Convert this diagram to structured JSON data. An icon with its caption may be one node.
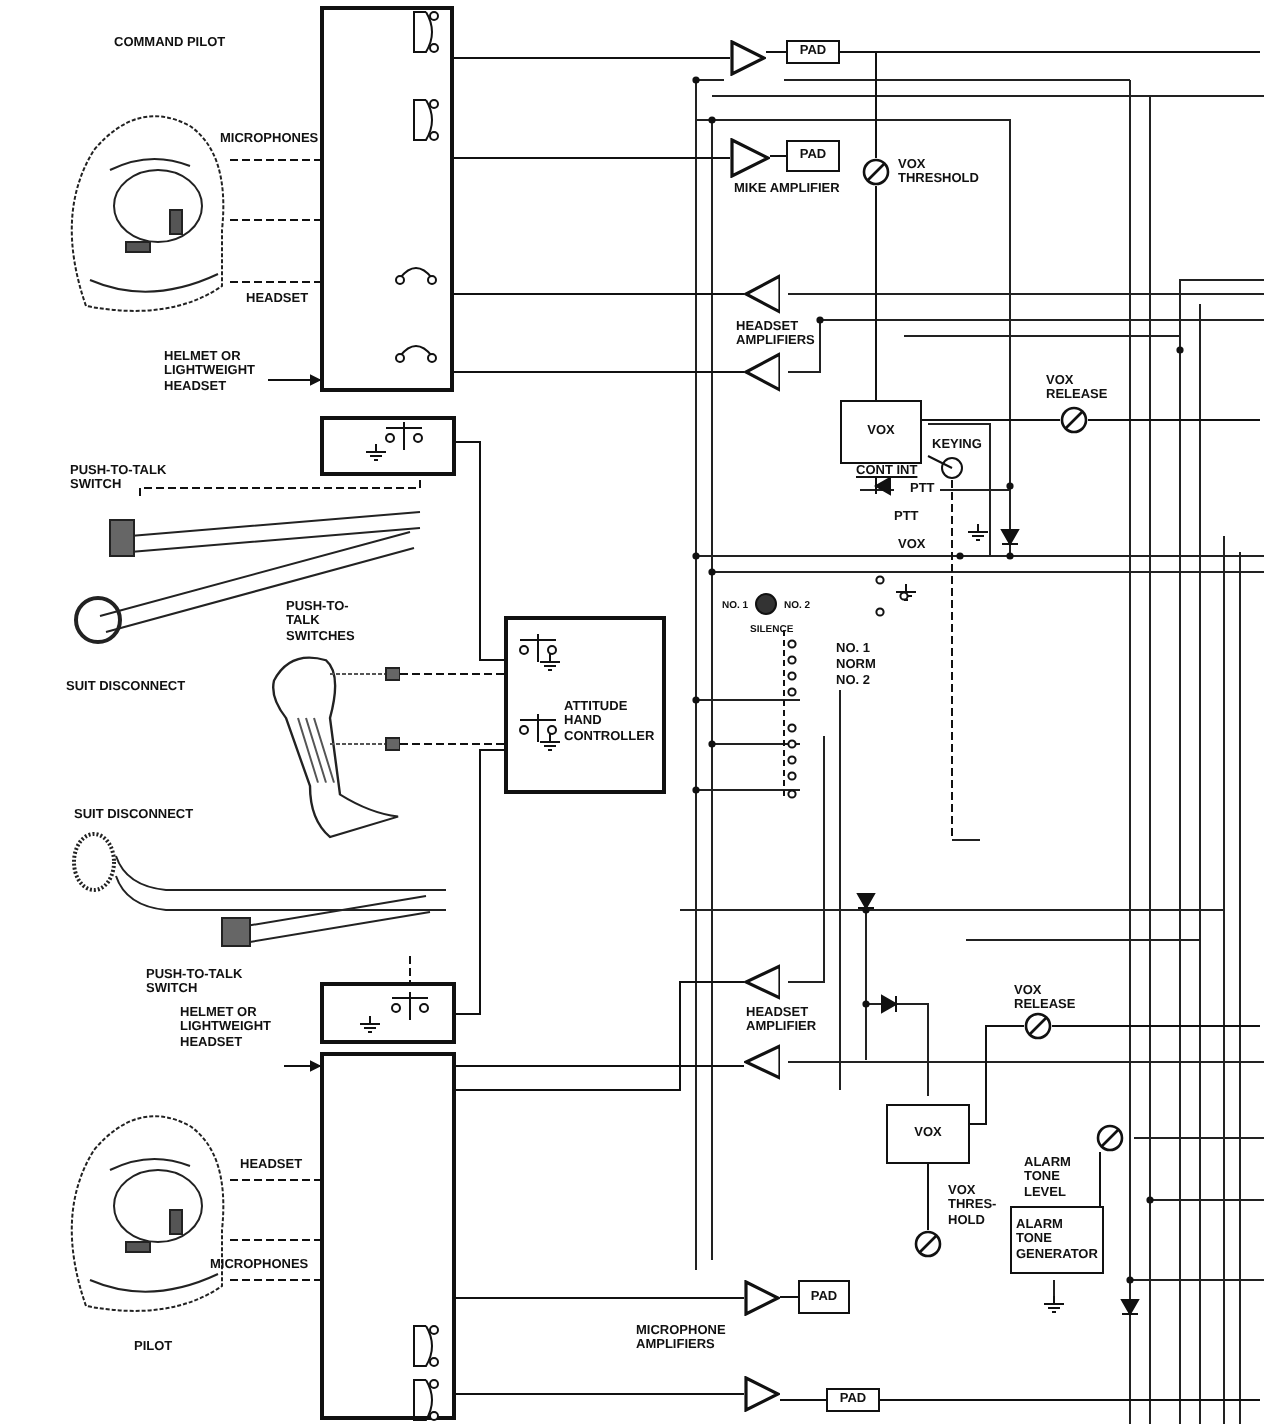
{
  "diagram": {
    "nodes": [
      {
        "text": [],
        "shape": "picture"
      },
      {
        "text": [],
        "shape": "box"
      },
      {
        "text": [
          "HELMET OR LIGHTWEIGHT HEADSET"
        ]
      },
      {
        "text": [],
        "shape": "box"
      },
      {
        "text": [],
        "shape": "picture",
        "beside": [
          "PUSH-TO-TALK SWITCH",
          "SUIT DISCONNECT"
        ]
      },
      {
        "text": [],
        "shape": "picture"
      },
      {
        "text": [
          "ATTITUDE HAND CONTROLLER"
        ]
      },
      {
        "text": [],
        "shape": "picture",
        "beside": [
          "SUIT DISCONNECT",
          "PUSH-TO-TALK SWITCH"
        ]
      },
      {
        "text": [],
        "shape": "box"
      },
      {
        "text": [],
        "shape": "picture",
        "beside": [
          "PILOT"
        ]
      },
      {
        "text": [],
        "shape": "box"
      },
      {
        "text": [
          "HELMET OR LIGHTWEIGHT HEADSET"
        ]
      },
      {
        "text": [],
        "shape": "triangle"
      },
      {
        "text": [],
        "shape": "triangle",
        "beside": [
          "MIKE AMPLIFIER"
        ]
      },
      {
        "text": [
          "PAD"
        ]
      },
      {
        "text": [
          "PAD"
        ]
      },
      {
        "text": [],
        "shape": "triangle"
      },
      {
        "text": [],
        "shape": "triangle",
        "beside": [
          "HEADSET AMPLIFIERS"
        ]
      },
      {
        "text": [
          "VOX"
        ]
      },
      {
        "text": [],
        "shape": "circle",
        "beside": [
          "VOX THRESHOLD"
        ]
      },
      {
        "text": [],
        "shape": "circle",
        "beside": [
          "VOX RELEASE"
        ]
      },
      {
        "text": [],
        "shape": "triangle"
      },
      {
        "text": [],
        "shape": "triangle",
        "beside": [
          "HEADSET AMPLIFIER"
        ]
      },
      {
        "text": [
          "VOX"
        ]
      },
      {
        "text": [],
        "shape": "circle",
        "beside": [
          "VOX RELEASE"
        ]
      },
      {
        "text": [],
        "shape": "circle",
        "beside": [
          "VOX THRES- HOLD"
        ]
      },
      {
        "text": [],
        "shape": "circle"
      },
      {
        "text": [
          "ALARM TONE GENERATOR"
        ]
      },
      {
        "text": [],
        "shape": "triangle"
      },
      {
        "text": [],
        "shape": "triangle",
        "beside": [
          "MICROPHONE AMPLIFIERS"
        ]
      },
      {
        "text": [
          "PAD"
        ]
      },
      {
        "text": [
          "PAD"
        ]
      }
    ],
    "edges": [
      {
        "from": 0,
        "to": 1,
        "arrow": "none",
        "style": "dashed"
      },
      {
        "from": 0,
        "to": 1,
        "arrow": "none",
        "style": "dashed"
      },
      {
        "from": 0,
        "to": 1,
        "arrow": "none",
        "style": "dashed"
      },
      {
        "from": 2,
        "to": 1,
        "arrow": "to"
      },
      {
        "from": 4,
        "to": 3,
        "arrow": "none",
        "style": "dashed"
      },
      {
        "from": 5,
        "to": 6,
        "arrow": "none",
        "style": "dashed"
      },
      {
        "from": 5,
        "to": 6,
        "arrow": "none",
        "style": "dashed"
      },
      {
        "from": 7,
        "to": 8,
        "arrow": "none",
        "style": "dashed"
      },
      {
        "from": 9,
        "to": 10,
        "arrow": "none",
        "style": "dashed"
      },
      {
        "from": 9,
        "to": 10,
        "arrow": "none",
        "style": "dashed"
      },
      {
        "from": 9,
        "to": 10,
        "arrow": "none",
        "style": "dashed"
      },
      {
        "from": 11,
        "to": 10,
        "arrow": "to"
      },
      {
        "from": 1,
        "to": 12,
        "arrow": "none"
      },
      {
        "from": 1,
        "to": 13,
        "arrow": "none"
      },
      {
        "from": 16,
        "to": 1,
        "arrow": "none"
      },
      {
        "from": 17,
        "to": 1,
        "arrow": "none"
      },
      {
        "from": 12,
        "to": 14,
        "arrow": "none"
      },
      {
        "from": 13,
        "to": 15,
        "arrow": "none"
      },
      {
        "from": 3,
        "to": 6,
        "arrow": "none"
      },
      {
        "from": 8,
        "to": 6,
        "arrow": "none"
      },
      {
        "from": 14,
        "to": null,
        "arrow": "none"
      },
      {
        "from": 19,
        "to": 18,
        "arrow": "none"
      },
      {
        "from": 18,
        "to": 20,
        "arrow": "none"
      },
      {
        "from": 20,
        "to": null,
        "arrow": "none"
      },
      {
        "from": 10,
        "to": 28,
        "arrow": "none"
      },
      {
        "from": 10,
        "to": 29,
        "arrow": "none"
      },
      {
        "from": 21,
        "to": 10,
        "arrow": "none"
      },
      {
        "from": 22,
        "to": 10,
        "arrow": "none"
      },
      {
        "from": 28,
        "to": 30,
        "arrow": "none"
      },
      {
        "from": 29,
        "to": 31,
        "arrow": "none"
      },
      {
        "from": 31,
        "to": null,
        "arrow": "none"
      },
      {
        "from": 25,
        "to": 23,
        "arrow": "none"
      },
      {
        "from": 23,
        "to": 24,
        "arrow": "none"
      },
      {
        "from": 24,
        "to": null,
        "arrow": "none"
      },
      {
        "from": 26,
        "to": 27,
        "arrow": "none"
      },
      {
        "from": 14,
        "to": 19,
        "arrow": "none"
      }
    ],
    "labels": [
      "COMMAND PILOT",
      "MICROPHONES",
      "HEADSET",
      "KEYING",
      "CONT INT",
      "PTT",
      "PTT",
      "VOX",
      "PUSH-TO-TALK SWITCHES",
      "NO. 1",
      "NO. 2",
      "SILENCE",
      "NO. 1",
      "NORM",
      "NO. 2",
      "HEADSET",
      "ALARM TONE LEVEL",
      "MICROPHONES"
    ]
  }
}
